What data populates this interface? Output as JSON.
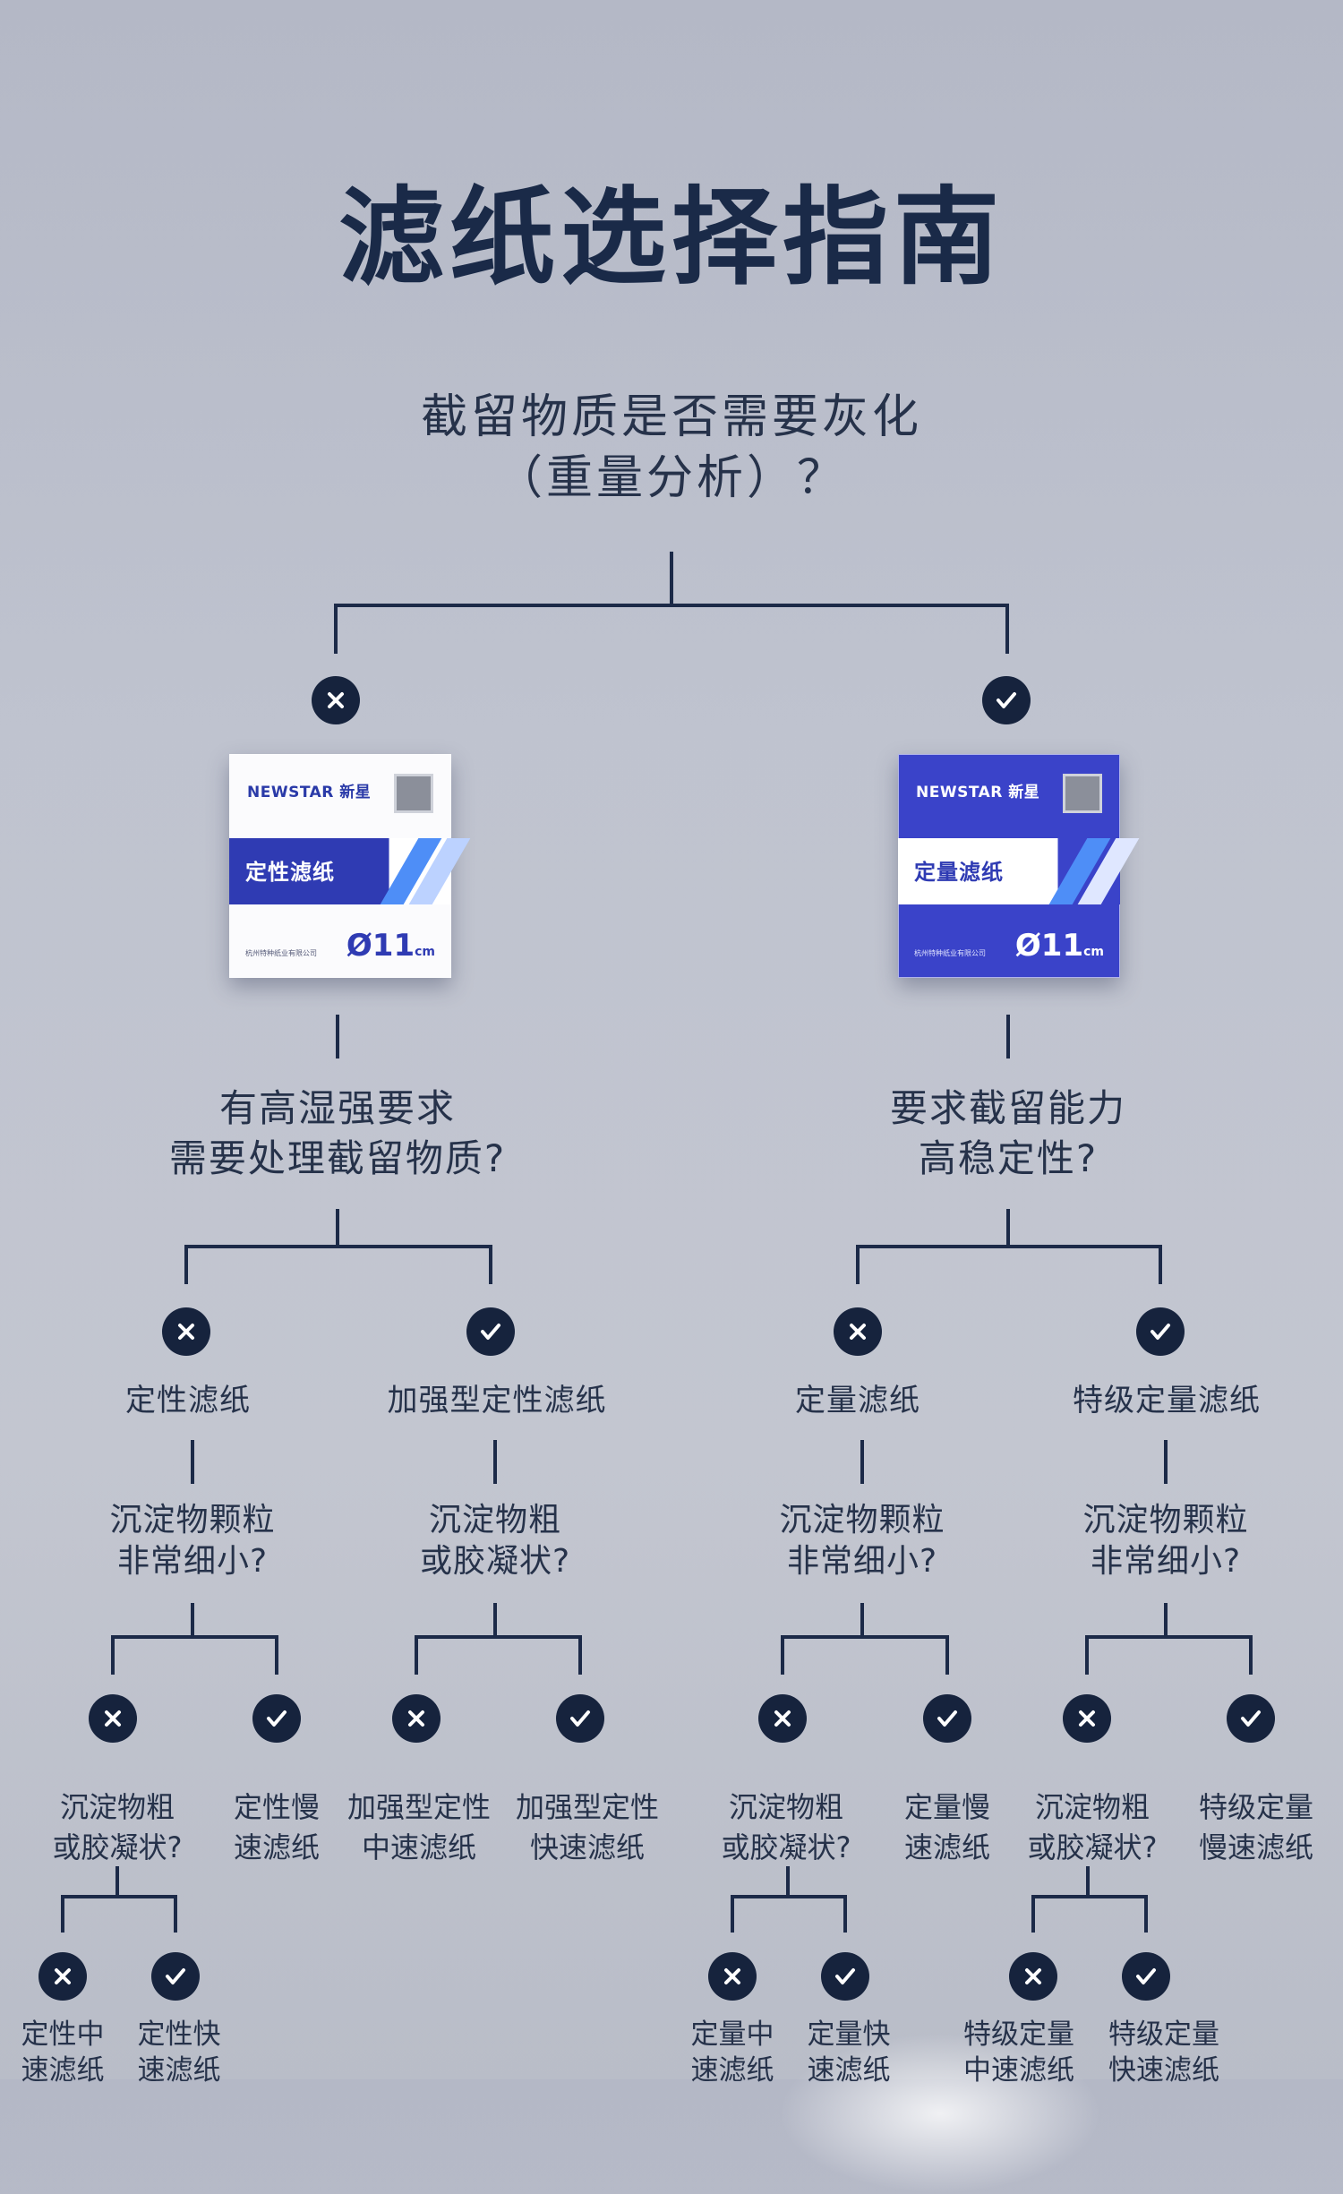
{
  "title": "滤纸选择指南",
  "root_question": {
    "line1": "截留物质是否需要灰化",
    "line2": "（重量分析）？"
  },
  "icons": {
    "no": "x-mark-icon",
    "yes": "check-mark-icon"
  },
  "products": {
    "left": {
      "brand": "NEWSTAR 新星",
      "name": "定性滤纸",
      "size": "Ø11",
      "unit": "cm",
      "maker": "杭州特种纸业有限公司"
    },
    "right": {
      "brand": "NEWSTAR 新星",
      "name": "定量滤纸",
      "size": "Ø11",
      "unit": "cm",
      "maker": "杭州特种纸业有限公司"
    }
  },
  "left_question": {
    "line1": "有高湿强要求",
    "line2": "需要处理截留物质?"
  },
  "right_question": {
    "line1": "要求截留能力",
    "line2": "高稳定性?"
  },
  "level2_labels": [
    "定性滤纸",
    "加强型定性滤纸",
    "定量滤纸",
    "特级定量滤纸"
  ],
  "level3_questions": [
    {
      "line1": "沉淀物颗粒",
      "line2": "非常细小?"
    },
    {
      "line1": "沉淀物粗",
      "line2": "或胶凝状?"
    },
    {
      "line1": "沉淀物颗粒",
      "line2": "非常细小?"
    },
    {
      "line1": "沉淀物颗粒",
      "line2": "非常细小?"
    }
  ],
  "level4": [
    {
      "line1": "沉淀物粗",
      "line2": "或胶凝状?"
    },
    {
      "line1": "定性慢",
      "line2": "速滤纸"
    },
    {
      "line1": "加强型定性",
      "line2": "中速滤纸"
    },
    {
      "line1": "加强型定性",
      "line2": "快速滤纸"
    },
    {
      "line1": "沉淀物粗",
      "line2": "或胶凝状?"
    },
    {
      "line1": "定量慢",
      "line2": "速滤纸"
    },
    {
      "line1": "沉淀物粗",
      "line2": "或胶凝状?"
    },
    {
      "line1": "特级定量",
      "line2": "慢速滤纸"
    }
  ],
  "level5": [
    {
      "line1": "定性中",
      "line2": "速滤纸"
    },
    {
      "line1": "定性快",
      "line2": "速滤纸"
    },
    {
      "line1": "定量中",
      "line2": "速滤纸"
    },
    {
      "line1": "定量快",
      "line2": "速滤纸"
    },
    {
      "line1": "特级定量",
      "line2": "中速滤纸"
    },
    {
      "line1": "特级定量",
      "line2": "快速滤纸"
    }
  ]
}
